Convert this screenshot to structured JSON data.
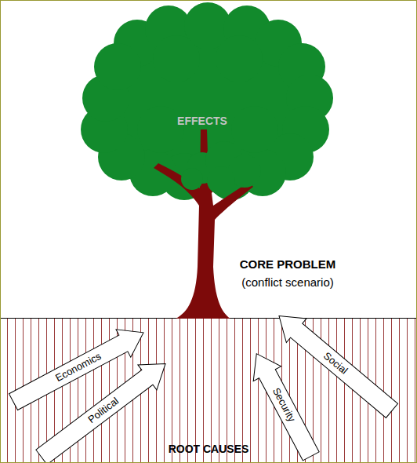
{
  "diagram": {
    "nodes": [
      {
        "text": [
          "EFFECTS"
        ]
      },
      {
        "text": [
          "ROOT CAUSES"
        ]
      },
      {
        "text": [
          "Economics"
        ],
        "in": 1
      },
      {
        "text": [
          "Political"
        ],
        "in": 1
      },
      {
        "text": [
          "Security"
        ],
        "in": 1
      },
      {
        "text": [
          "Social"
        ],
        "in": 1
      }
    ],
    "labels": [
      "CORE PROBLEM",
      "(conflict scenario)"
    ]
  }
}
